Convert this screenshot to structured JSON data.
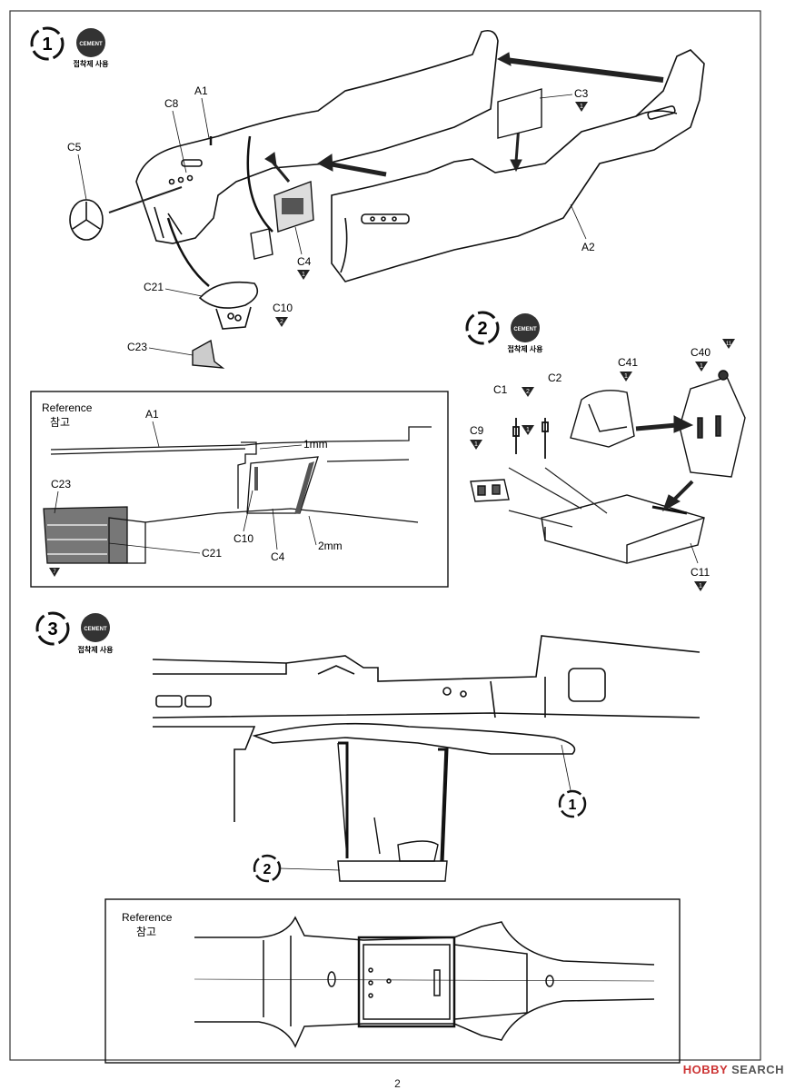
{
  "step1": {
    "number": "1",
    "badge": "CEMENT",
    "cement_note": "접착제 사용",
    "labels": {
      "a1": "A1",
      "c8": "C8",
      "c5": "C5",
      "c3": "C3",
      "c3_mark": "1",
      "a2": "A2",
      "c4": "C4",
      "c4_mark": "1",
      "c10": "C10",
      "c10_mark": "2",
      "c21": "C21",
      "c23": "C23"
    }
  },
  "reference1": {
    "title": "Reference",
    "title_ko": "참고",
    "labels": {
      "a1": "A1",
      "mm1": "1mm",
      "c23": "C23",
      "c21": "C21",
      "c10": "C10",
      "c4": "C4",
      "mm2": "2mm",
      "c23_mark": "7"
    }
  },
  "step2": {
    "number": "2",
    "badge": "CEMENT",
    "cement_note": "접착제 사용",
    "labels": {
      "c1": "C1",
      "c2": "C2",
      "c2_mark": "2",
      "c1_mark": "1",
      "c9": "C9",
      "c9_mark": "1",
      "c41": "C41",
      "c41_mark": "1",
      "c40": "C40",
      "c40_mark": "1",
      "c40_mark2": "11",
      "c11": "C11",
      "c11_mark": "1"
    }
  },
  "step3": {
    "number": "3",
    "badge": "CEMENT",
    "cement_note": "접착제 사용",
    "callout1": "1",
    "callout2": "2"
  },
  "reference2": {
    "title": "Reference",
    "title_ko": "참고"
  },
  "page_number": "2",
  "watermark": {
    "logo": "HOBBY",
    "text": "SEARCH"
  }
}
